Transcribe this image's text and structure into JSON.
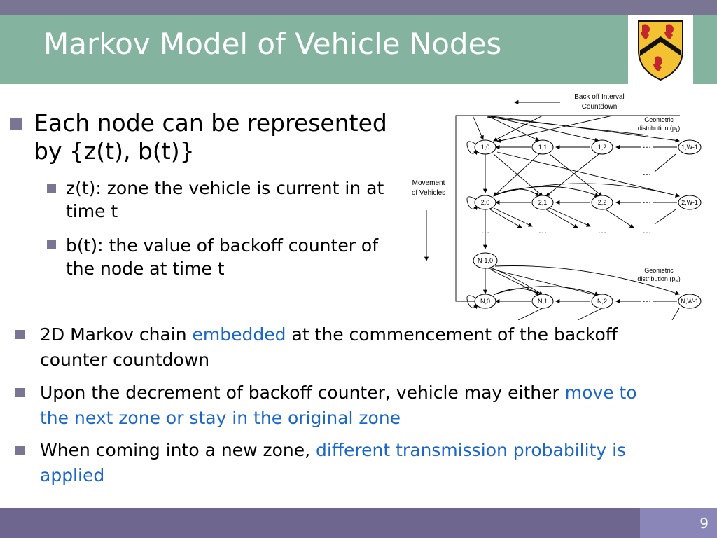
{
  "slide": {
    "title": "Markov Model of Vehicle Nodes",
    "page_number": "9"
  },
  "bullets_top": {
    "main": "Each node can be represented by {z(t), b(t)}",
    "sub1": "z(t): zone the vehicle is current in at time t",
    "sub2": "b(t): the value of backoff counter of the node at time t"
  },
  "bullets_bottom": [
    {
      "plain": "2D Markov chain ",
      "highlight": "embedded",
      "after": " at the commencement of the backoff counter countdown"
    },
    {
      "plain": "Upon the decrement of backoff counter, vehicle may either ",
      "highlight": "move to the next zone or stay in the original zone",
      "after": ""
    },
    {
      "plain": "When coming into a new zone, ",
      "highlight": "different transmission probability is applied",
      "after": ""
    }
  ],
  "diagram": {
    "backoff_label_1": "Back off Interval",
    "backoff_label_2": "Countdown",
    "movement_label_1": "Movement",
    "movement_label_2": "of Vehicles",
    "geo_top_1": "Geometric",
    "geo_top_2": "distribution (p",
    "geo_top_sub": "1",
    "geo_bottom_1": "Geometric",
    "geo_bottom_2": "distribution (p",
    "geo_bottom_sub": "N",
    "close_paren": ")",
    "ellipsis": "…",
    "nodes": {
      "r1c0": "1,0",
      "r1c1": "1,1",
      "r1c2": "1,2",
      "r1cw": "1,W-1",
      "r2c0": "2,0",
      "r2c1": "2,1",
      "r2c2": "2,2",
      "r2cw": "2,W-1",
      "rn1c0": "N-1,0",
      "rnc0": "N,0",
      "rnc1": "N,1",
      "rnc2": "N,2",
      "rncw": "N,W-1"
    }
  },
  "colors": {
    "title_bar": "#84b4a0",
    "band": "#7a7593",
    "highlight": "#1a67c9"
  }
}
